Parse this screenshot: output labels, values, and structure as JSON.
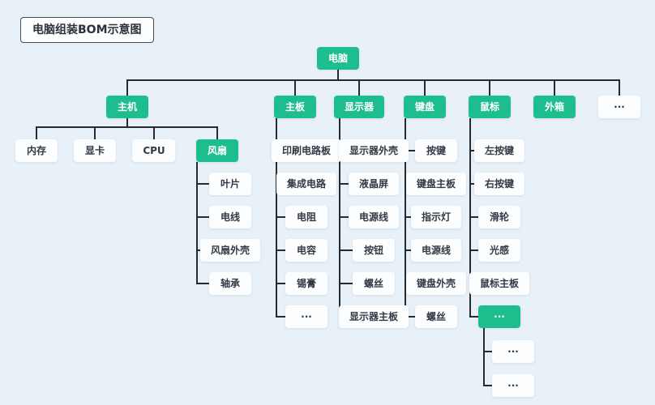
{
  "title": "电脑组装BOM示意图",
  "colors": {
    "accent": "#1ebd8e",
    "background": "#e8f1f8",
    "line": "#262b33",
    "node_bg": "#fbfdff"
  },
  "tree": {
    "root": "电脑",
    "level2": [
      "主机",
      "主板",
      "显示器",
      "键盘",
      "鼠标",
      "外箱",
      "···"
    ],
    "host_children": [
      "内存",
      "显卡",
      "CPU",
      "风扇"
    ],
    "fan_children": [
      "叶片",
      "电线",
      "风扇外壳",
      "轴承"
    ],
    "mainboard_children": [
      "印刷电路板",
      "集成电路",
      "电阻",
      "电容",
      "锡膏",
      "···"
    ],
    "monitor_children": [
      "显示器外壳",
      "液晶屏",
      "电源线",
      "按钮",
      "螺丝",
      "显示器主板"
    ],
    "keyboard_children": [
      "按键",
      "键盘主板",
      "指示灯",
      "电源线",
      "键盘外壳",
      "螺丝"
    ],
    "mouse_children": [
      "左按键",
      "右按键",
      "滑轮",
      "光感",
      "鼠标主板",
      "···"
    ],
    "more_children": [
      "···",
      "···"
    ]
  }
}
